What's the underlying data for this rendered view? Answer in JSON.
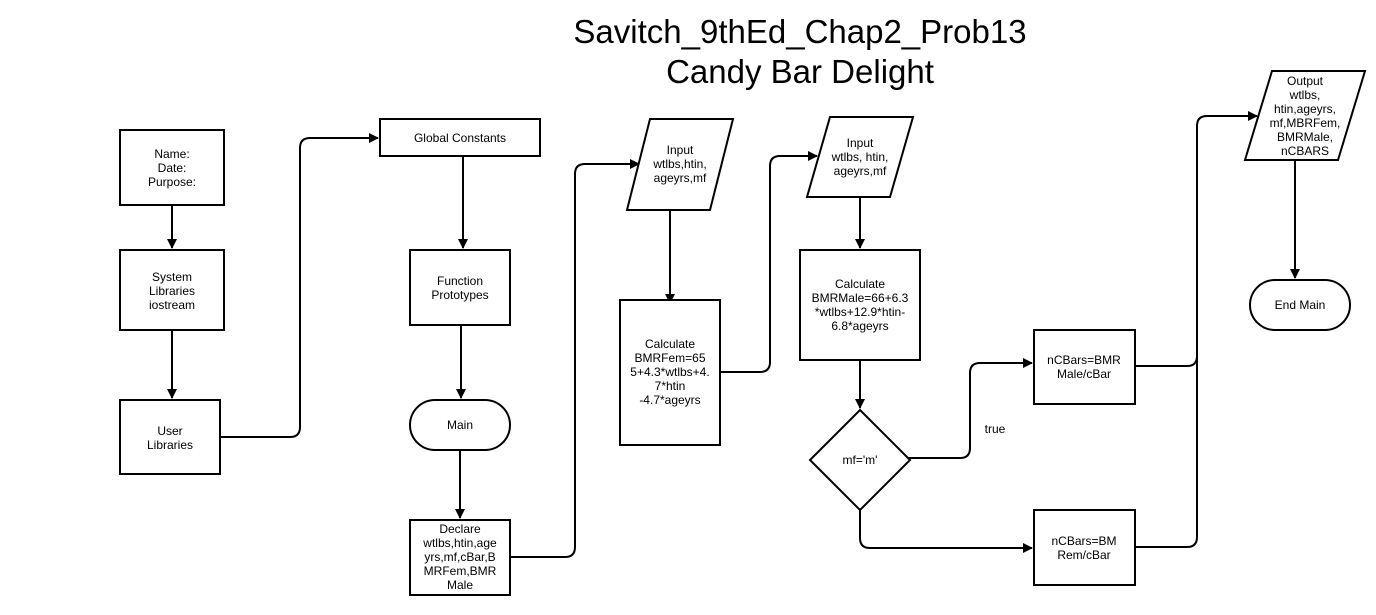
{
  "title_line1": "Savitch_9thEd_Chap2_Prob13",
  "title_line2": "Candy Bar Delight",
  "nodes": {
    "header": {
      "lines": [
        "Name:",
        "Date:",
        "Purpose:"
      ]
    },
    "system_libraries": {
      "lines": [
        "System",
        "Libraries",
        "iostream"
      ]
    },
    "user_libraries": {
      "lines": [
        "User",
        "Libraries"
      ]
    },
    "global_constants": {
      "lines": [
        "Global Constants"
      ]
    },
    "function_prototypes": {
      "lines": [
        "Function",
        "Prototypes"
      ]
    },
    "main": {
      "lines": [
        "Main"
      ]
    },
    "declare": {
      "lines": [
        "Declare",
        "wtlbs,htin,age",
        "yrs,mf,cBar,B",
        "MRFem,BMR",
        "Male"
      ]
    },
    "input_1": {
      "lines": [
        "Input",
        "wtlbs,htin,",
        "ageyrs,mf"
      ]
    },
    "calc_bmrfem": {
      "lines": [
        "Calculate",
        "BMRFem=65",
        "5+4.3*wtlbs+4.",
        "7*htin",
        "-4.7*ageyrs"
      ]
    },
    "input_2": {
      "lines": [
        "Input",
        "wtlbs, htin,",
        "ageyrs,mf"
      ]
    },
    "calc_bmrmale": {
      "lines": [
        "Calculate",
        "BMRMale=66+6.3",
        "*wtlbs+12.9*htin-",
        "6.8*ageyrs"
      ]
    },
    "decision_mf": {
      "lines": [
        "mf='m'"
      ]
    },
    "ncbars_male": {
      "lines": [
        "nCBars=BMR",
        "Male/cBar"
      ]
    },
    "ncbars_fem": {
      "lines": [
        "nCBars=BM",
        "Rem/cBar"
      ]
    },
    "output": {
      "lines": [
        "Output",
        "wtlbs,",
        "htin,ageyrs,",
        "mf,MBRFem,",
        "BMRMale,",
        "nCBARS"
      ]
    },
    "end_main": {
      "lines": [
        "End Main"
      ]
    }
  },
  "edge_labels": {
    "true_branch": "true"
  }
}
